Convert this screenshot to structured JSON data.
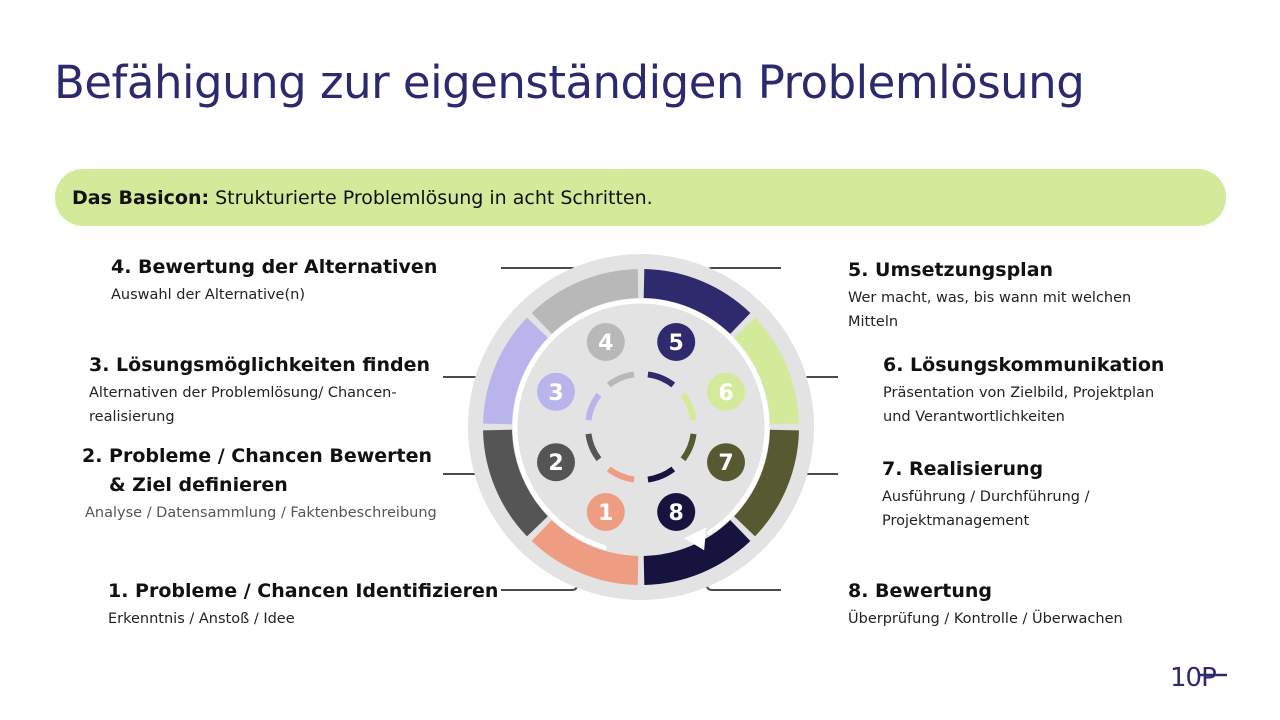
{
  "title": "Befähigung zur eigenständigen Problemlösung",
  "banner": {
    "bold": "Das Basicon:",
    "text": "Strukturierte Problemlösung in acht Schritten."
  },
  "steps": [
    {
      "number": "1",
      "title": "1. Probleme / Chancen Identifizieren",
      "description": "Erkenntnis / Anstoß / Idee",
      "color": "#ee9c82"
    },
    {
      "number": "2",
      "title": "2. Probleme / Chancen Bewerten",
      "title2": "& Ziel definieren",
      "description": "Analyse / Datensammlung / Faktenbeschreibung",
      "color": "#555555"
    },
    {
      "number": "3",
      "title": "3. Lösungsmöglichkeiten finden",
      "description": "Alternativen der Problemlösung/ Chancen-",
      "description2": "realisierung",
      "color": "#b9b5ec"
    },
    {
      "number": "4",
      "title": "4. Bewertung der Alternativen",
      "description": "Auswahl der Alternative(n)",
      "color": "#b8b8b8"
    },
    {
      "number": "5",
      "title": "5. Umsetzungsplan",
      "description": "Wer macht, was, bis wann mit welchen",
      "description2": "Mitteln",
      "color": "#2f2a6d"
    },
    {
      "number": "6",
      "title": "6. Lösungskommunikation",
      "description": "Präsentation von Zielbild, Projektplan",
      "description2": "und Verantwortlichkeiten",
      "color": "#d3ea9a"
    },
    {
      "number": "7",
      "title": "7. Realisierung",
      "description": "Ausführung / Durchführung /",
      "description2": "Projektmanagement",
      "color": "#575a31"
    },
    {
      "number": "8",
      "title": "8. Bewertung",
      "description": "Überprüfung / Kontrolle / Überwachen",
      "color": "#16143f"
    }
  ],
  "colors": {
    "title": "#2c2a6e",
    "banner": "#d3ea9a",
    "disc": "#e3e3e3",
    "logo": "#2c2a6e"
  },
  "logo": {
    "text": "10P"
  }
}
